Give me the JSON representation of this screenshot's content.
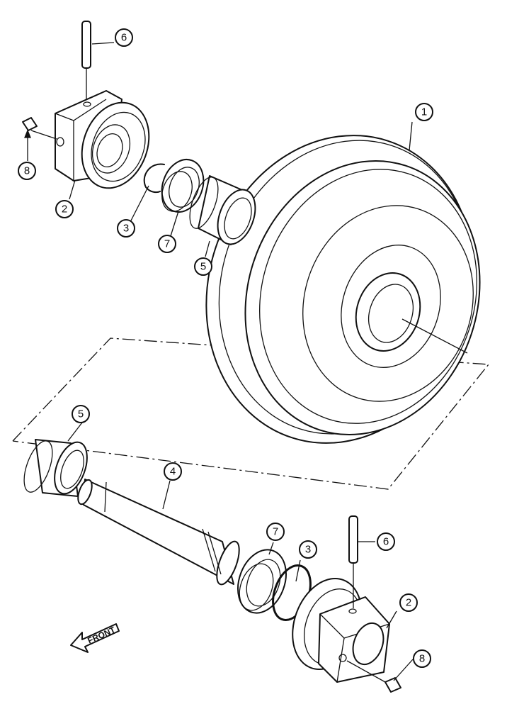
{
  "callouts": {
    "idler_wheel": "1",
    "bearing_housing_upper": "2",
    "bearing_housing_lower": "2",
    "snap_ring_upper": "3",
    "snap_ring_lower": "3",
    "shaft": "4",
    "bushing_upper": "5",
    "bushing_lower": "5",
    "pin_upper": "6",
    "pin_lower": "6",
    "seal_upper": "7",
    "seal_lower": "7",
    "plug_upper": "8",
    "plug_lower": "8"
  },
  "front_label": "FRONT"
}
